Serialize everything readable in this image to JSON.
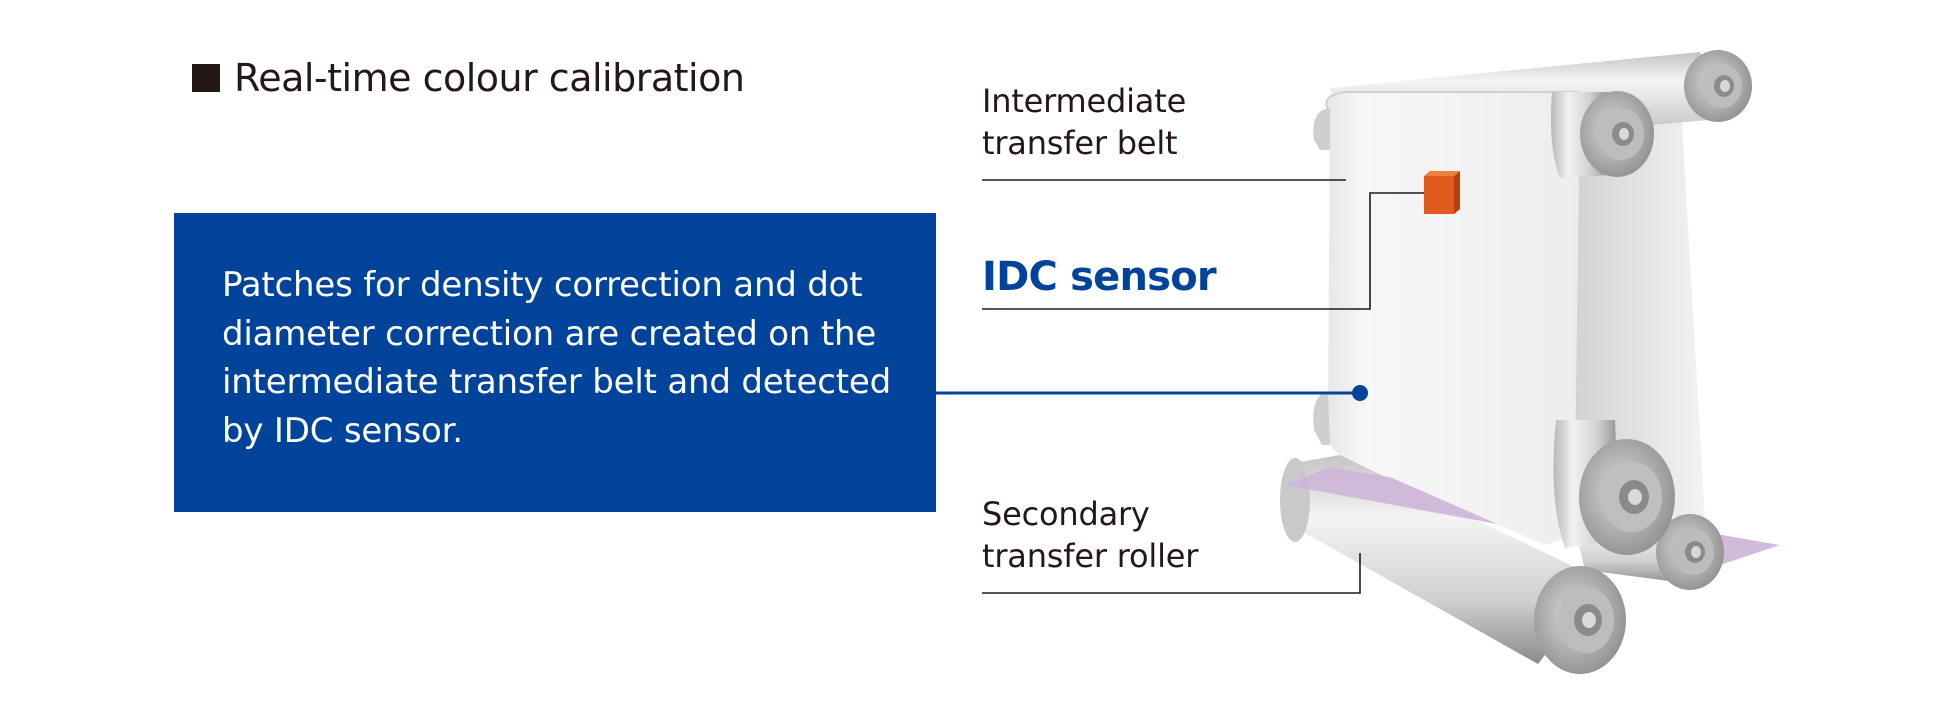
{
  "heading": {
    "text": "Real-time colour calibration"
  },
  "description": {
    "lines": [
      "Patches for density correction and dot",
      "diameter correction are created on the",
      "intermediate transfer belt and detected",
      "by IDC sensor."
    ]
  },
  "labels": {
    "belt": [
      "Intermediate",
      "transfer belt"
    ],
    "sensor": "IDC sensor",
    "roller": [
      "Secondary",
      "transfer roller"
    ]
  },
  "colors": {
    "accent": "#00439b",
    "text": "#231815",
    "sensor": "#e05a1e",
    "patch": "#d0b6d8"
  }
}
